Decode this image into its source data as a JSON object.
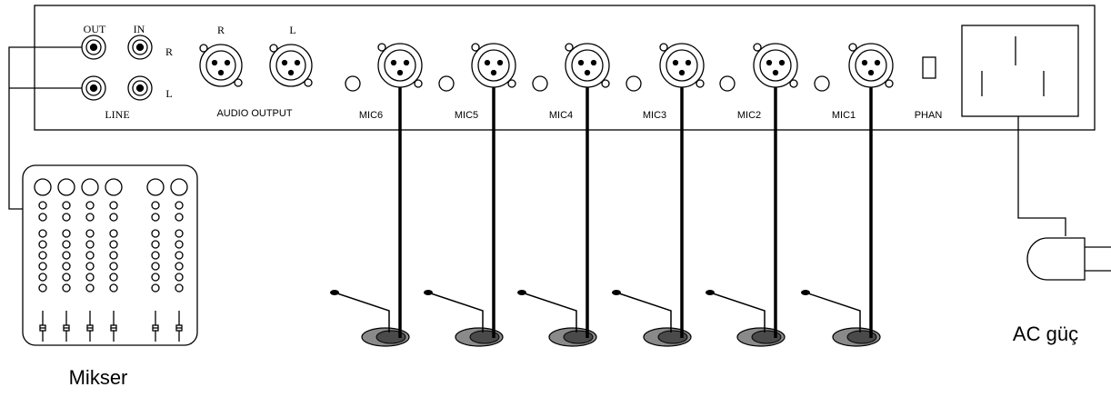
{
  "panel": {
    "line_out_label": "OUT",
    "line_in_label": "IN",
    "line_r_label": "R",
    "line_l_label": "L",
    "line_label": "LINE",
    "audio_r_label": "R",
    "audio_l_label": "L",
    "audio_output_label": "AUDIO OUTPUT",
    "mic_labels": [
      "MIC6",
      "MIC5",
      "MIC4",
      "MIC3",
      "MIC2",
      "MIC1"
    ],
    "phan_label": "PHAN"
  },
  "mixer_label": "Mikser",
  "ac_label": "AC güç"
}
